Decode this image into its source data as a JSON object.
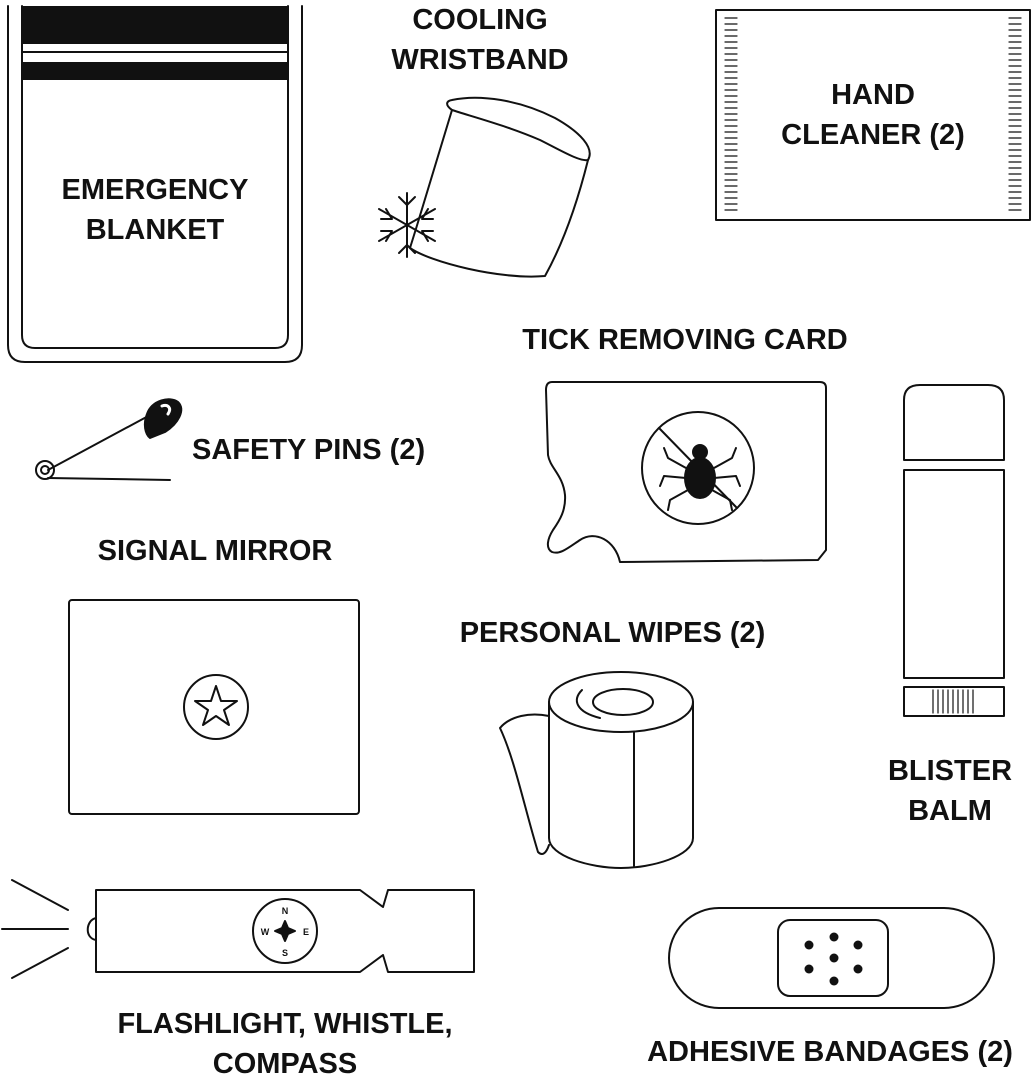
{
  "colors": {
    "ink": "#111111",
    "background": "#ffffff"
  },
  "items": {
    "emergency_blanket": {
      "line1": "EMERGENCY",
      "line2": "BLANKET",
      "icon": "foil-blanket-pouch"
    },
    "cooling_wristband": {
      "line1": "COOLING",
      "line2": "WRISTBAND",
      "icon": "wristband-snowflake"
    },
    "hand_cleaner": {
      "line1": "HAND",
      "line2": "CLEANER (2)",
      "icon": "sachet-packet"
    },
    "tick_removing_card": {
      "label": "TICK REMOVING CARD",
      "icon": "tick-card"
    },
    "safety_pins": {
      "label": "SAFETY PINS (2)",
      "icon": "safety-pin"
    },
    "blister_balm": {
      "line1": "BLISTER",
      "line2": "BALM",
      "icon": "balm-stick"
    },
    "signal_mirror": {
      "label": "SIGNAL MIRROR",
      "icon": "mirror-star"
    },
    "personal_wipes": {
      "label": "PERSONAL WIPES (2)",
      "icon": "wipes-roll"
    },
    "flashlight_whistle_compass": {
      "line1": "FLASHLIGHT, WHISTLE,",
      "line2": "COMPASS",
      "icon": "flashlight-compass"
    },
    "adhesive_bandages": {
      "label": "ADHESIVE BANDAGES (2)",
      "icon": "bandage"
    }
  },
  "compass": {
    "n": "N",
    "s": "S",
    "e": "E",
    "w": "W"
  }
}
